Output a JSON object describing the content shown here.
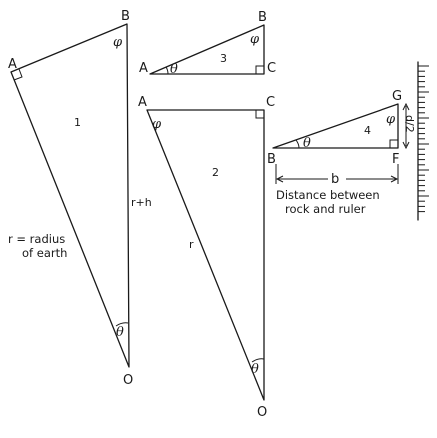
{
  "triangle1": {
    "vertex_a": "A",
    "vertex_b": "B",
    "vertex_o": "O",
    "number": "1",
    "angle_phi": "φ",
    "angle_theta": "θ",
    "side_label": "r+h",
    "radius_note_line1": "r = radius",
    "radius_note_line2": "of earth"
  },
  "triangle2": {
    "vertex_a": "A",
    "vertex_c": "C",
    "vertex_o": "O",
    "number": "2",
    "angle_phi": "φ",
    "angle_theta": "θ",
    "side_label": "r"
  },
  "triangle3": {
    "vertex_a": "A",
    "vertex_b": "B",
    "vertex_c": "C",
    "number": "3",
    "angle_phi": "φ",
    "angle_theta": "θ"
  },
  "triangle4": {
    "vertex_b": "B",
    "vertex_g": "G",
    "vertex_f": "F",
    "number": "4",
    "angle_phi": "φ",
    "angle_theta": "θ",
    "side_label": "d/2",
    "base_label": "b",
    "caption_line1": "Distance between",
    "caption_line2": "rock and ruler"
  }
}
